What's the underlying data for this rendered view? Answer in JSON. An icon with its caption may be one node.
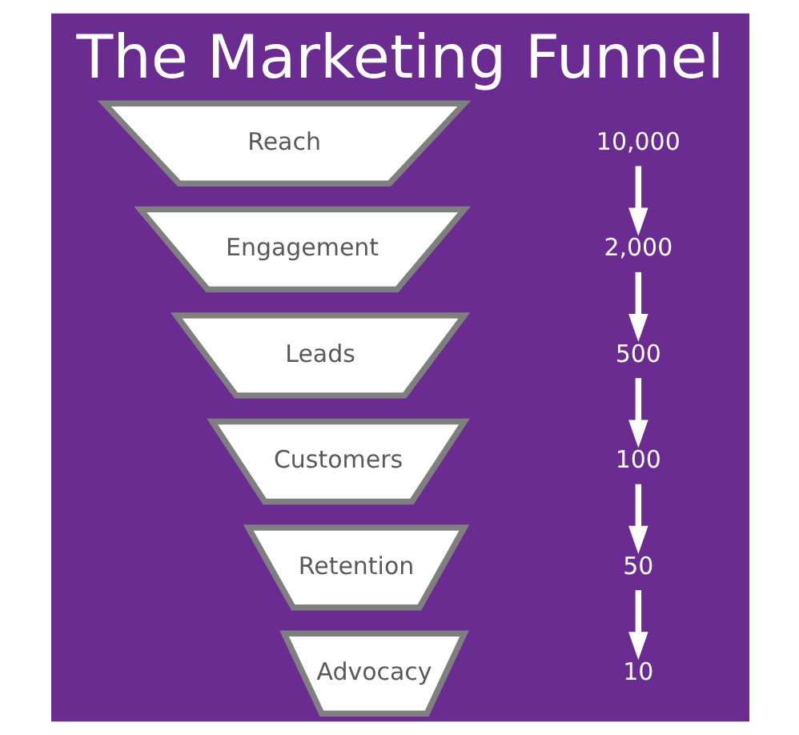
{
  "diagram": {
    "title": "The Marketing Funnel",
    "nodes": [
      {
        "text": [
          "Reach"
        ]
      },
      {
        "text": [
          "Engagement"
        ]
      },
      {
        "text": [
          "Leads"
        ]
      },
      {
        "text": [
          "Customers"
        ]
      },
      {
        "text": [
          "Retention"
        ]
      },
      {
        "text": [
          "Advocacy"
        ]
      },
      {
        "text": [
          "10,000"
        ]
      },
      {
        "text": [
          "2,000"
        ]
      },
      {
        "text": [
          "500"
        ]
      },
      {
        "text": [
          "100"
        ]
      },
      {
        "text": [
          "50"
        ]
      },
      {
        "text": [
          "10"
        ]
      }
    ],
    "edges": [
      {
        "from": 6,
        "to": 7,
        "arrow": "to"
      },
      {
        "from": 7,
        "to": 8,
        "arrow": "to"
      },
      {
        "from": 8,
        "to": 9,
        "arrow": "to"
      },
      {
        "from": 9,
        "to": 10,
        "arrow": "to"
      },
      {
        "from": 10,
        "to": 11,
        "arrow": "to"
      }
    ]
  }
}
